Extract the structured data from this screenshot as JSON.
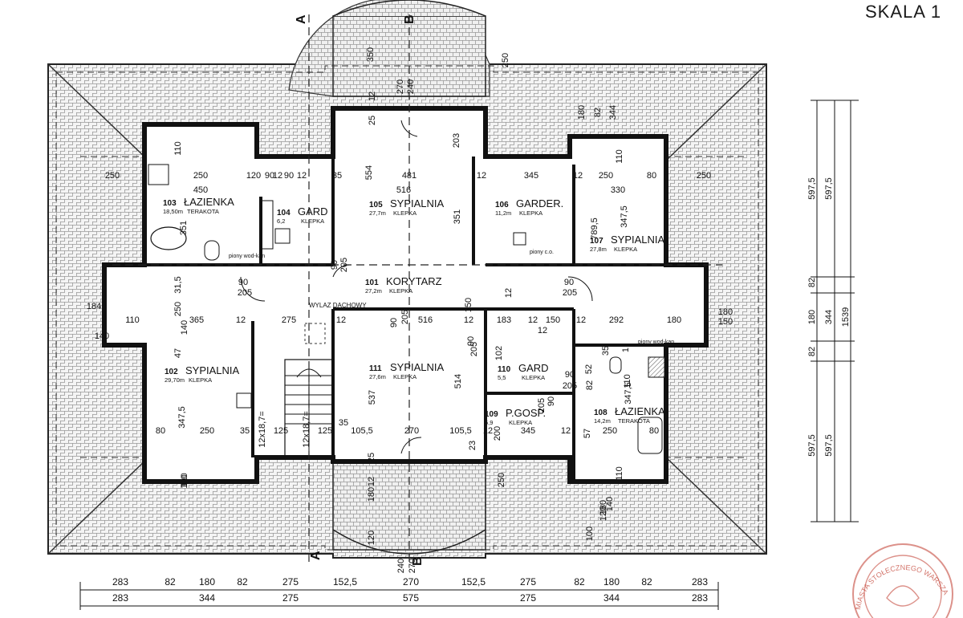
{
  "header": {
    "scale_label": "SKALA 1"
  },
  "sections": {
    "a": "A",
    "b": "B"
  },
  "rooms": [
    {
      "num": "101",
      "name": "KORYTARZ",
      "area": "27,2m",
      "floor": "KLEPKA"
    },
    {
      "num": "102",
      "name": "SYPIALNIA",
      "area": "29,70m",
      "floor": "KLEPKA"
    },
    {
      "num": "103",
      "name": "ŁAZIENKA",
      "area": "18,50m",
      "floor": "TERAKOTA"
    },
    {
      "num": "104",
      "name": "GARD",
      "area": "6,2",
      "floor": "KLEPKA"
    },
    {
      "num": "105",
      "name": "SYPIALNIA",
      "area": "27,7m",
      "floor": "KLEPKA"
    },
    {
      "num": "106",
      "name": "GARDER.",
      "area": "11,2m",
      "floor": "KLEPKA"
    },
    {
      "num": "107",
      "name": "SYPIALNIA",
      "area": "27,8m",
      "floor": "KLEPKA"
    },
    {
      "num": "108",
      "name": "ŁAZIENKA",
      "area": "14,2m",
      "floor": "TERAKOTA"
    },
    {
      "num": "109",
      "name": "P.GOSP.",
      "area": "6,9",
      "floor": "KLEPKA"
    },
    {
      "num": "110",
      "name": "GARD",
      "area": "5,5",
      "floor": "KLEPKA"
    },
    {
      "num": "111",
      "name": "SYPIALNIA",
      "area": "27,6m",
      "floor": "KLEPKA"
    }
  ],
  "notes": {
    "roof_exit": "WYLAZ DACHOWY",
    "riser_right": "piony wod-kan",
    "riser_left": "piony wod-kan",
    "riser_co": "piony c.o."
  },
  "bottom_dims": {
    "row1": [
      "283",
      "82",
      "180",
      "82",
      "275",
      "152,5",
      "270",
      "152,5",
      "275",
      "82",
      "180",
      "82",
      "283"
    ],
    "row2": [
      "283",
      "344",
      "275",
      "575",
      "275",
      "344",
      "283"
    ]
  },
  "right_dims": {
    "outer": [
      "597,5",
      "597,5"
    ],
    "mid_labels": [
      "82",
      "180",
      "82"
    ],
    "col2": [
      "344"
    ],
    "total": "1539"
  },
  "interior_dims": [
    "250",
    "450",
    "120",
    "90",
    "12",
    "90",
    "12",
    "35",
    "481",
    "516",
    "554",
    "203",
    "12",
    "345",
    "12",
    "250",
    "80",
    "330",
    "250",
    "250",
    "351",
    "90",
    "205",
    "351",
    "789,5",
    "347,5",
    "90",
    "205",
    "90",
    "205",
    "110",
    "31,5",
    "250",
    "365",
    "12",
    "275",
    "12",
    "90",
    "205",
    "516",
    "12",
    "183",
    "12",
    "150",
    "12",
    "292",
    "180",
    "140",
    "180",
    "150",
    "110",
    "140",
    "184",
    "47",
    "347,5",
    "250",
    "80",
    "35",
    "12x18,7=",
    "125",
    "12x18,7=",
    "125",
    "35",
    "105,5",
    "537",
    "270",
    "514",
    "105,5",
    "23",
    "12",
    "200",
    "345",
    "12",
    "57",
    "250",
    "80",
    "347,5",
    "110",
    "110",
    "250",
    "270",
    "240",
    "120",
    "180",
    "25",
    "12",
    "250",
    "350",
    "270",
    "240",
    "12",
    "25",
    "110",
    "110",
    "140",
    "100",
    "120",
    "180",
    "12",
    "150",
    "102",
    "90",
    "205",
    "90",
    "205",
    "35",
    "1",
    "52",
    "110",
    "90",
    "205",
    "12",
    "82",
    "180",
    "82",
    "344"
  ],
  "stamp": {
    "text": "MIASTA STOŁECZNEGO WARSZAWY"
  }
}
